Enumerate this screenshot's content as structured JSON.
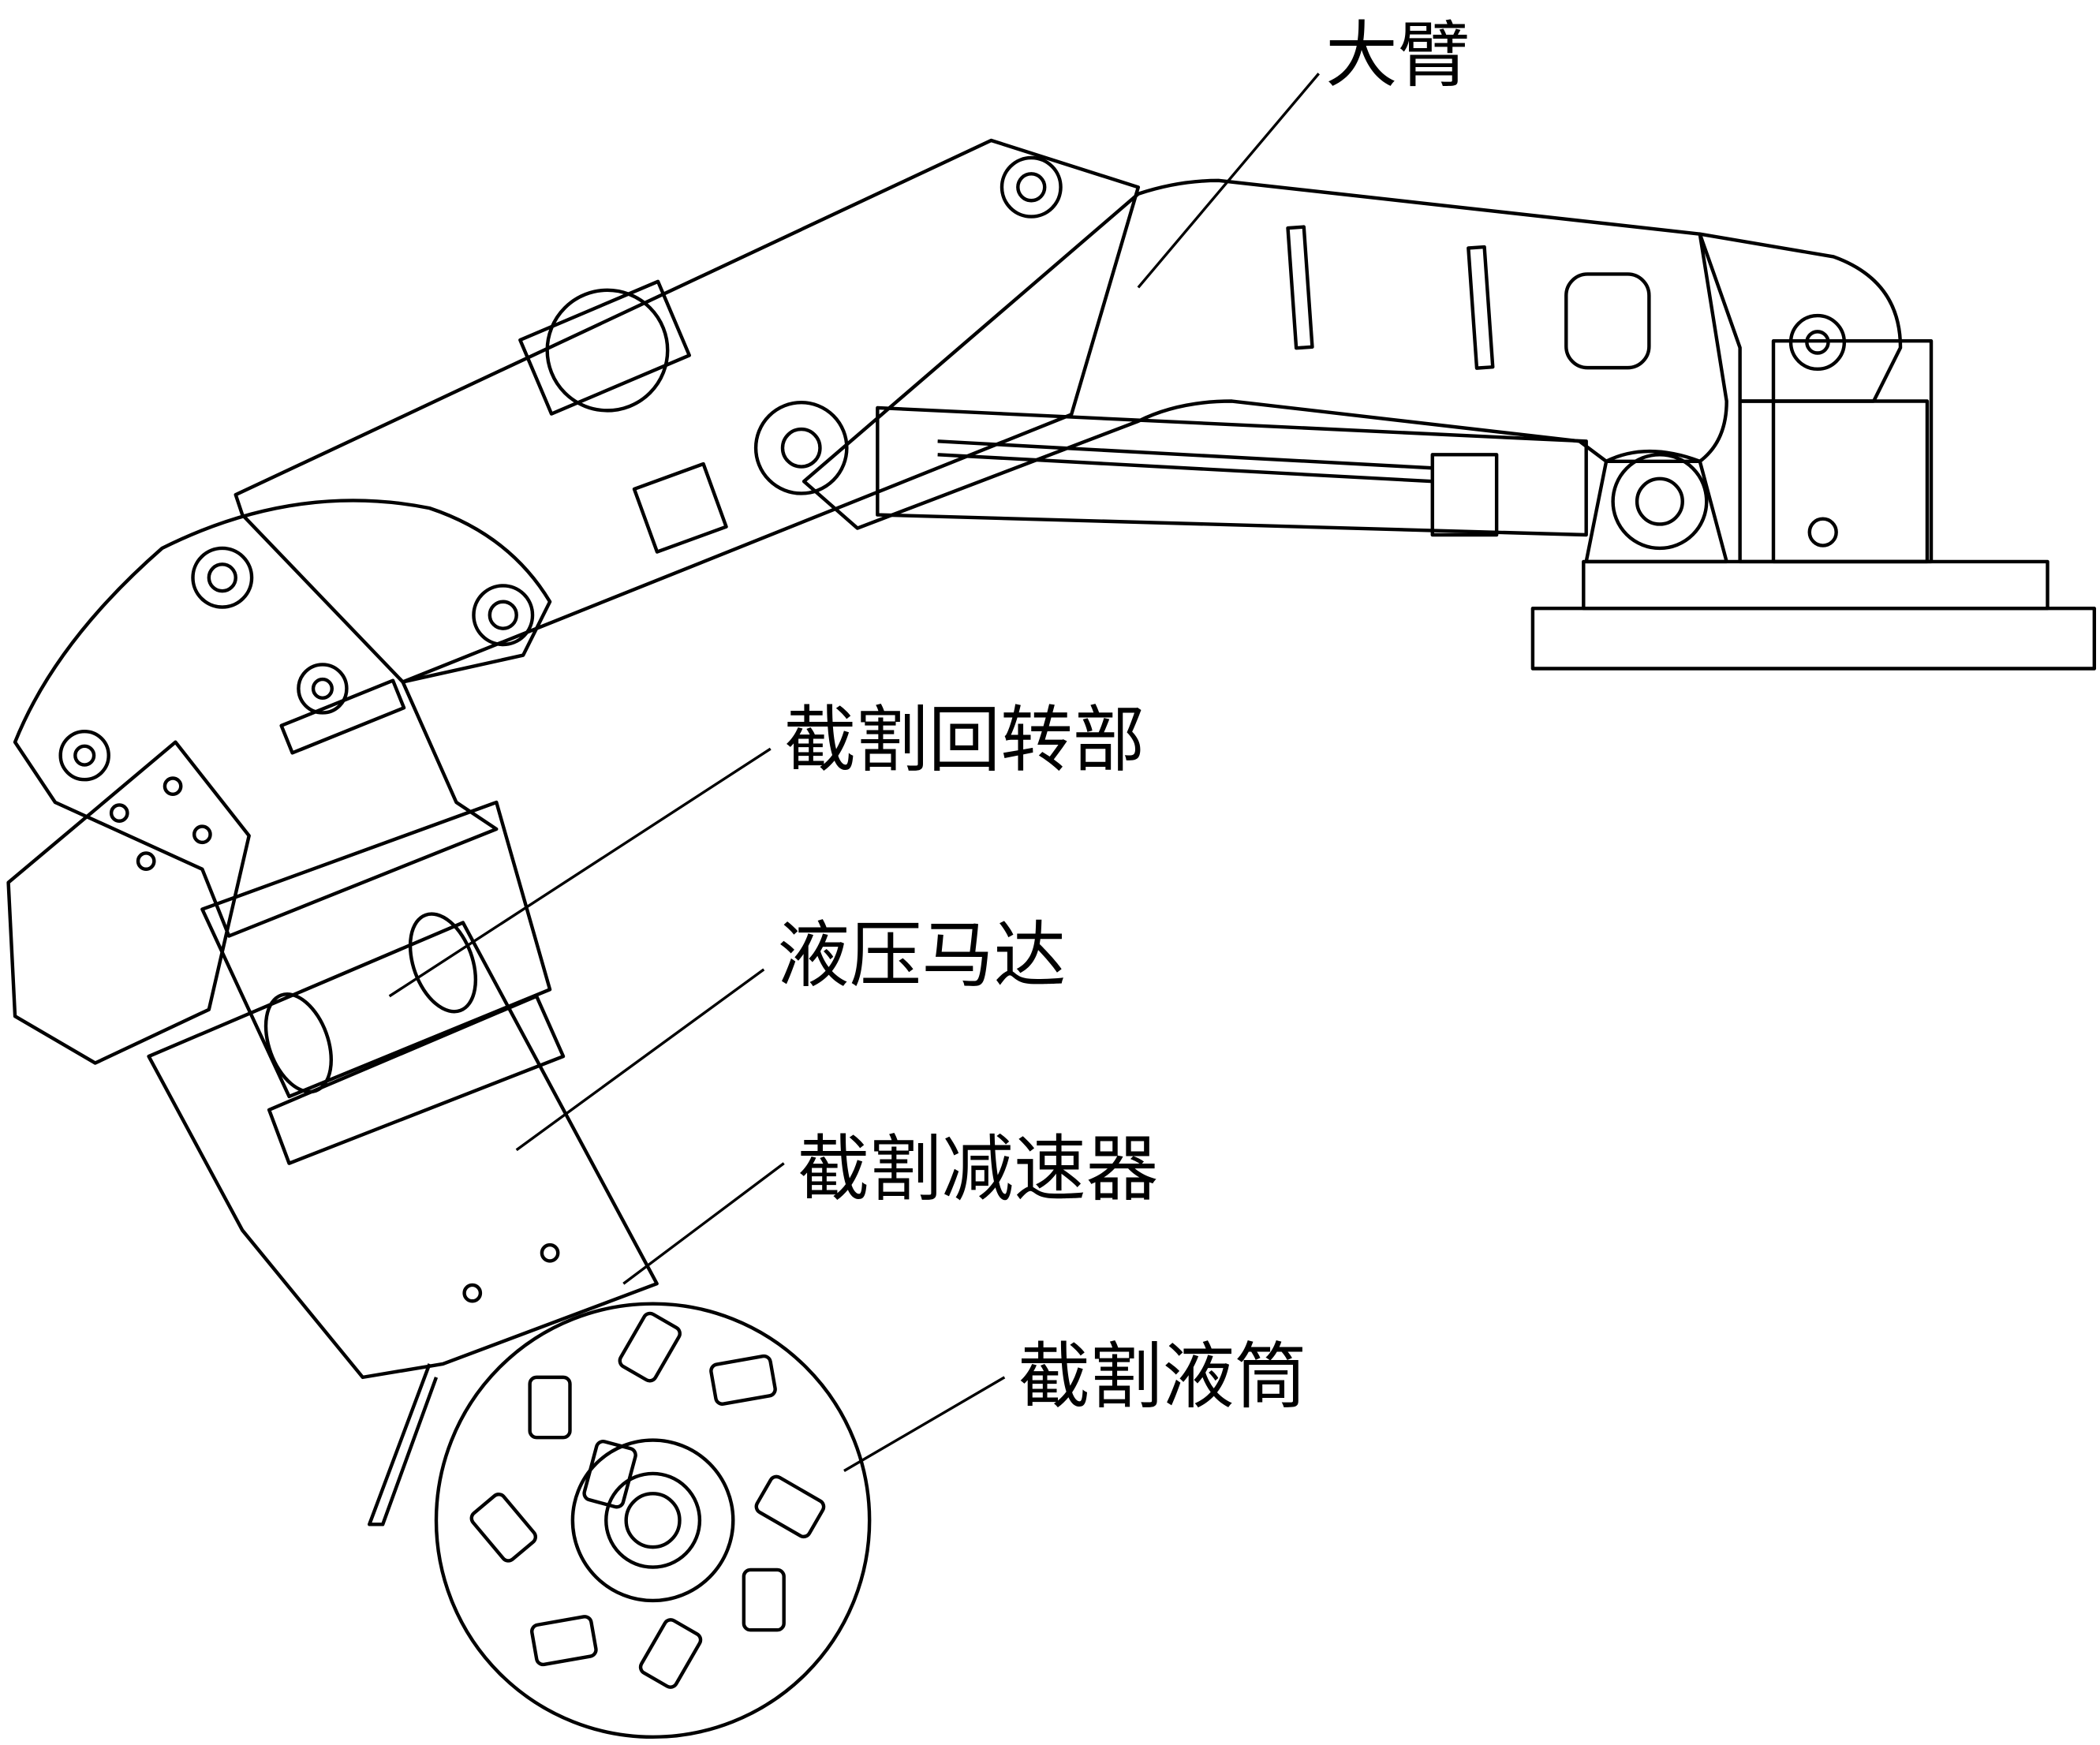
{
  "labels": {
    "boom": "大臂",
    "cutting_slewing": "截割回转部",
    "hydraulic_motor": "液压马达",
    "cutting_reducer": "截割减速器",
    "cutting_drum": "截割液筒"
  },
  "colors": {
    "line": "#000000",
    "background": "#ffffff"
  }
}
